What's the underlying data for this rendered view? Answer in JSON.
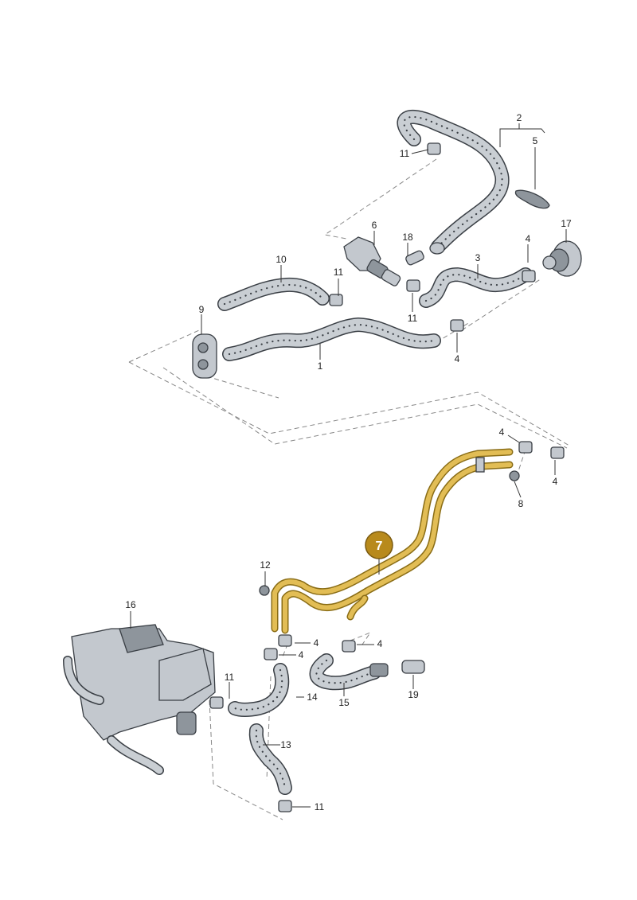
{
  "callouts": {
    "c1": "1",
    "c2": "2",
    "c3": "3",
    "c4a": "4",
    "c4b": "4",
    "c4c": "4",
    "c4d": "4",
    "c4e": "4",
    "c4f": "4",
    "c4g": "4",
    "c5": "5",
    "c6": "6",
    "c7": "7",
    "c8": "8",
    "c9": "9",
    "c10": "10",
    "c11a": "11",
    "c11b": "11",
    "c11c": "11",
    "c11d": "11",
    "c11e": "11",
    "c12": "12",
    "c13": "13",
    "c14": "14",
    "c15": "15",
    "c16": "16",
    "c17": "17",
    "c18": "18",
    "c19": "19"
  },
  "highlight": {
    "part": "7",
    "color": "#b88a1c",
    "pipe_color": "#e2bd55"
  },
  "colors": {
    "hose": "#c9ced3",
    "outline": "#3a3f45"
  }
}
